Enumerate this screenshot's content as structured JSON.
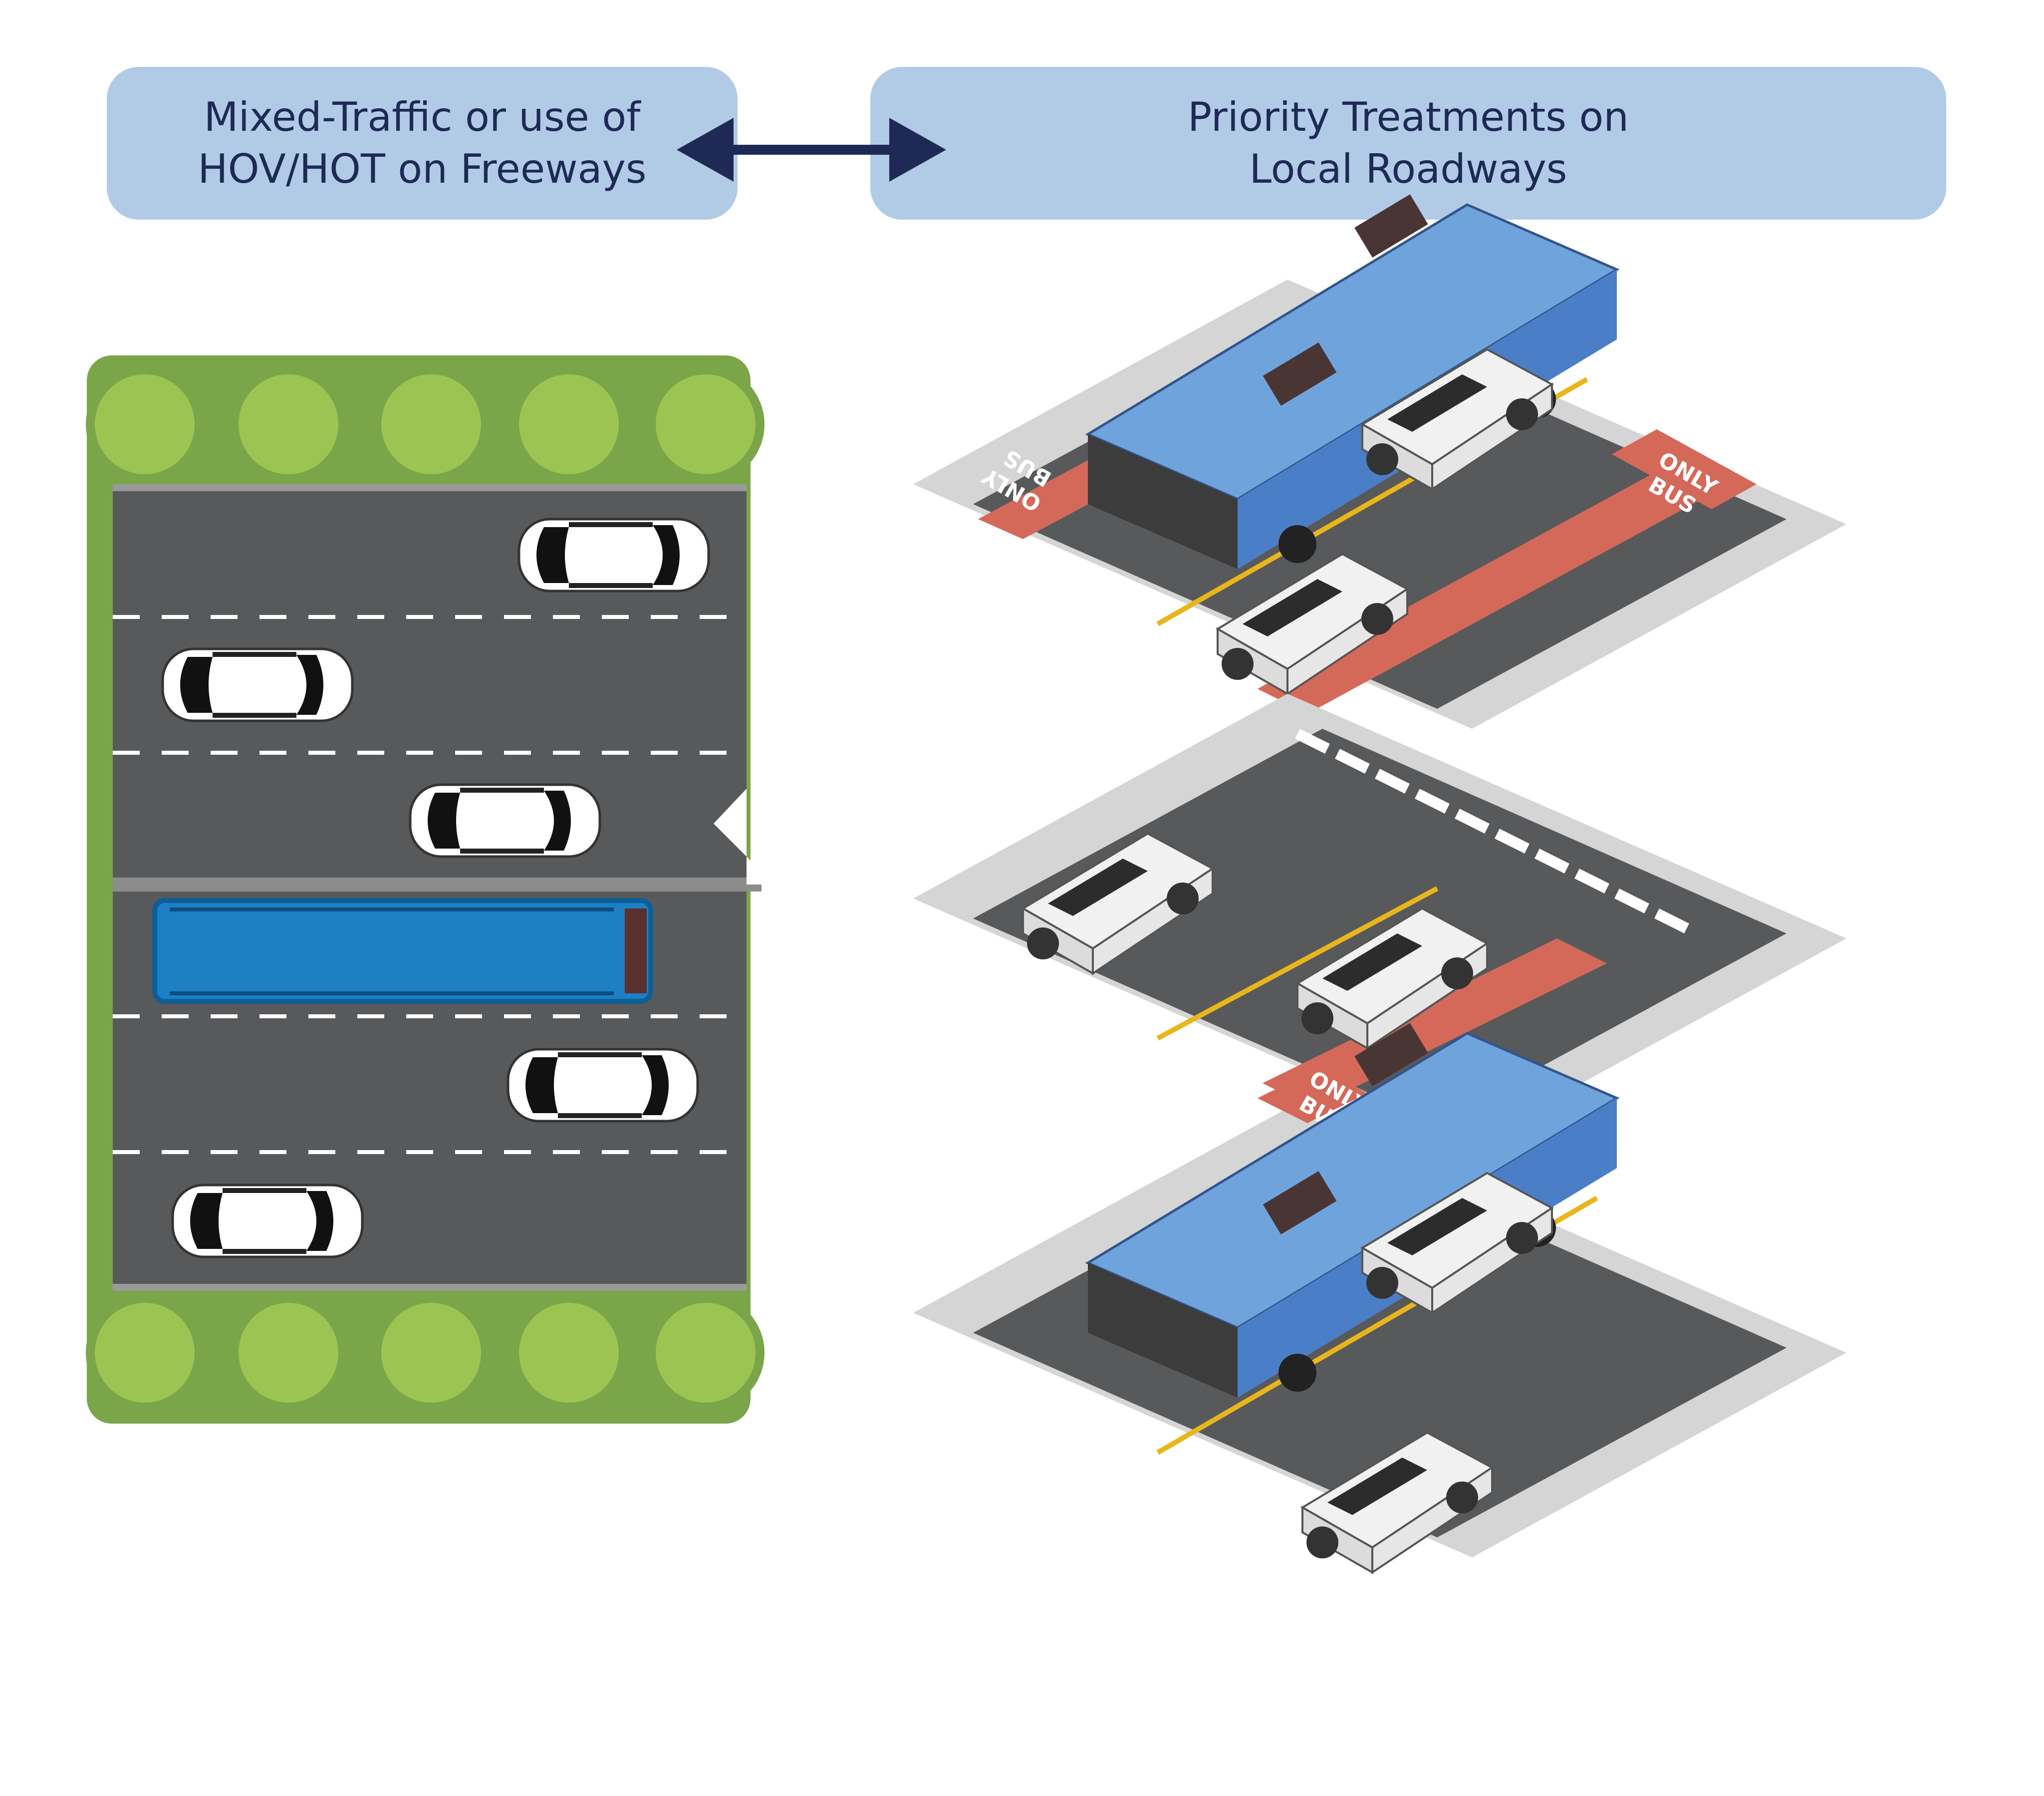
{
  "labels": {
    "freeway": "Mixed-Traffic or use of\nHOV/HOT on Freeways",
    "local": "Priority Treatments on\nLocal Roadways"
  },
  "markings": {
    "bus_only_line1": "ONLY",
    "bus_only_line2": "BUS"
  },
  "colors": {
    "label_bg": "#b1cbe6",
    "label_text": "#1e2a55",
    "arrow": "#1e2a55",
    "road": "#58595b",
    "grass": "#7aa649",
    "tree": "#9bc452",
    "bus_lane": "#d4695a",
    "bus_blue": "#1c80c3",
    "bus_iso": "#6fa3dc",
    "sidewalk": "#d5d5d5"
  },
  "icons": [
    "double-arrow-icon",
    "tree-icon",
    "car-icon",
    "bus-icon",
    "suv-icon",
    "crosswalk-icon"
  ]
}
